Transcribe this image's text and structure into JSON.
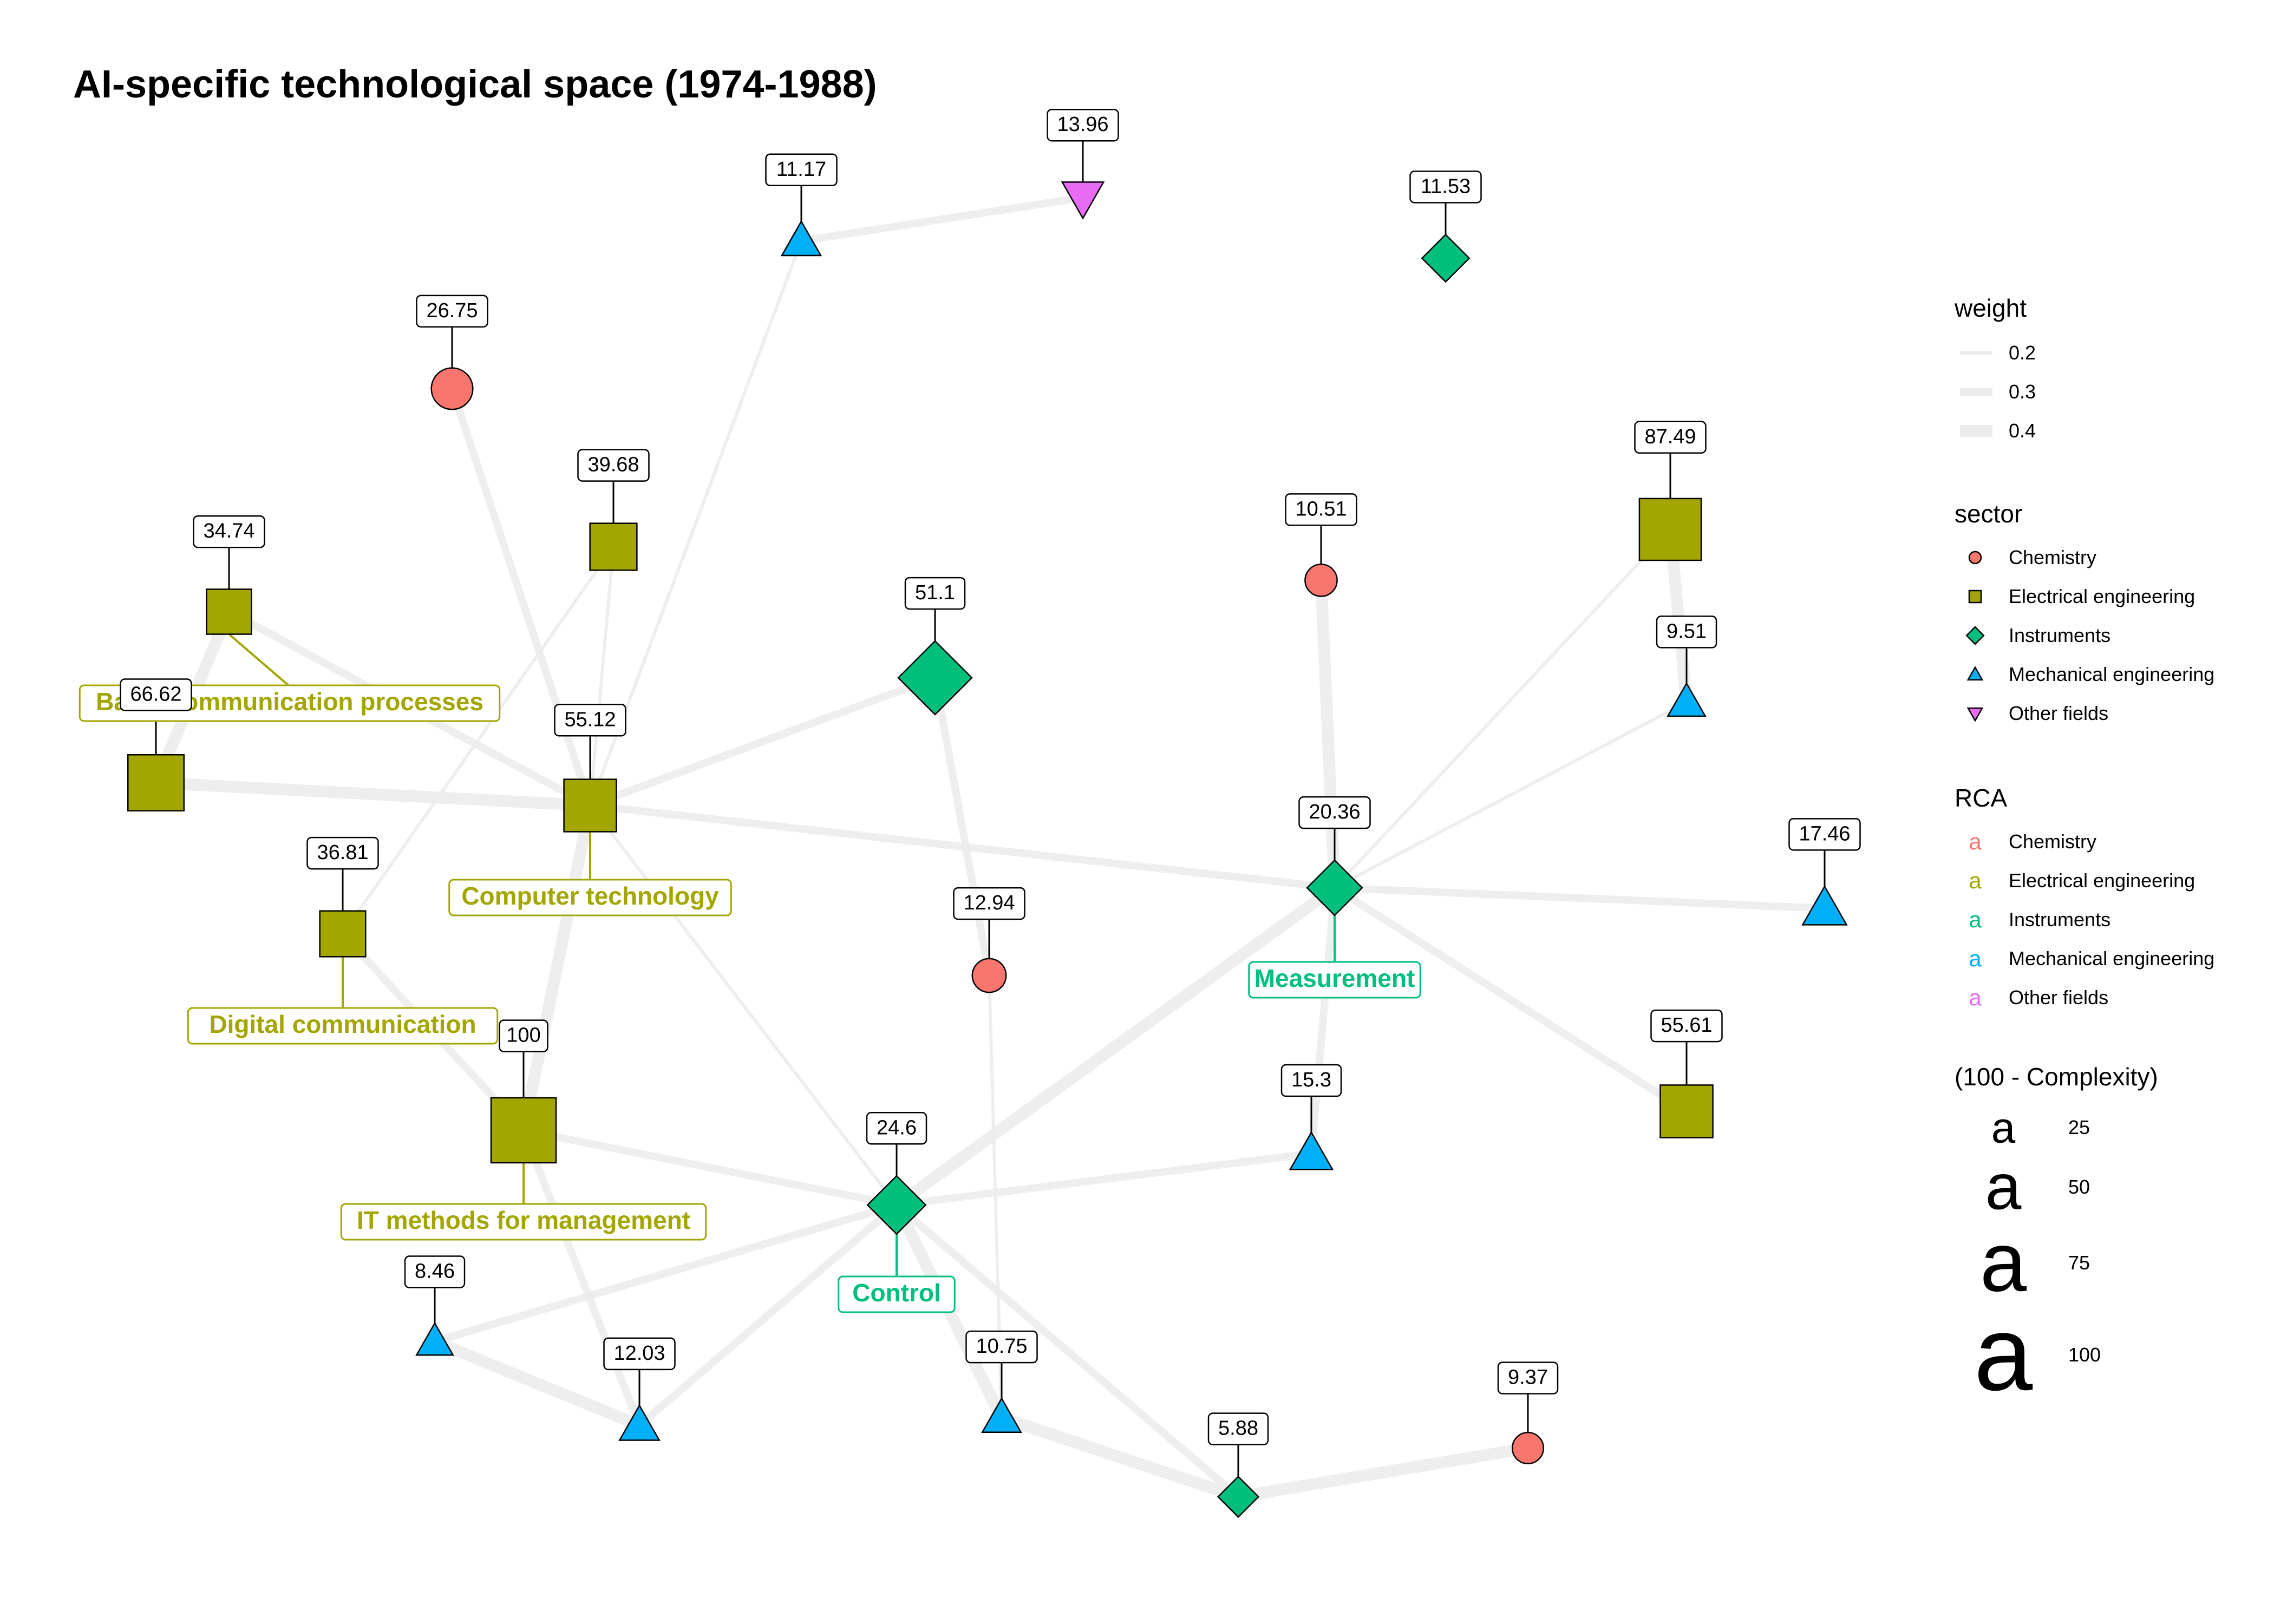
{
  "chart_data": {
    "type": "network",
    "title": "AI-specific technological space (1974-1988)",
    "sector_colors": {
      "Chemistry": "#F8766D",
      "Electrical engineering": "#A3A500",
      "Instruments": "#00BF7D",
      "Mechanical engineering": "#00B0F6",
      "Other fields": "#E76BF3"
    },
    "nodes": [
      {
        "id": "n1",
        "label": "11.17",
        "sector": "Mechanical engineering",
        "size": 11.17
      },
      {
        "id": "n2",
        "label": "13.96",
        "sector": "Other fields",
        "size": 13.96
      },
      {
        "id": "n3",
        "label": "11.53",
        "sector": "Instruments",
        "size": 11.53
      },
      {
        "id": "n4",
        "label": "26.75",
        "sector": "Chemistry",
        "size": 26.75
      },
      {
        "id": "n5",
        "label": "39.68",
        "sector": "Electrical engineering",
        "size": 39.68
      },
      {
        "id": "n6",
        "label": "34.74",
        "sector": "Electrical engineering",
        "size": 34.74,
        "name": "Basic communication processes"
      },
      {
        "id": "n7",
        "label": "66.62",
        "sector": "Electrical engineering",
        "size": 66.62
      },
      {
        "id": "n8",
        "label": "55.12",
        "sector": "Electrical engineering",
        "size": 55.12,
        "name": "Computer technology"
      },
      {
        "id": "n9",
        "label": "51.1",
        "sector": "Instruments",
        "size": 51.1
      },
      {
        "id": "n10",
        "label": "10.51",
        "sector": "Chemistry",
        "size": 10.51
      },
      {
        "id": "n11",
        "label": "87.49",
        "sector": "Electrical engineering",
        "size": 87.49
      },
      {
        "id": "n12",
        "label": "9.51",
        "sector": "Mechanical engineering",
        "size": 9.51
      },
      {
        "id": "n13",
        "label": "36.81",
        "sector": "Electrical engineering",
        "size": 36.81,
        "name": "Digital communication"
      },
      {
        "id": "n14",
        "label": "12.94",
        "sector": "Chemistry",
        "size": 12.94
      },
      {
        "id": "n15",
        "label": "20.36",
        "sector": "Instruments",
        "size": 20.36,
        "name": "Measurement"
      },
      {
        "id": "n16",
        "label": "17.46",
        "sector": "Mechanical engineering",
        "size": 17.46
      },
      {
        "id": "n17",
        "label": "100",
        "sector": "Electrical engineering",
        "size": 100,
        "name": "IT methods for management"
      },
      {
        "id": "n18",
        "label": "15.3",
        "sector": "Mechanical engineering",
        "size": 15.3
      },
      {
        "id": "n19",
        "label": "55.61",
        "sector": "Electrical engineering",
        "size": 55.61
      },
      {
        "id": "n20",
        "label": "24.6",
        "sector": "Instruments",
        "size": 24.6,
        "name": "Control"
      },
      {
        "id": "n21",
        "label": "8.46",
        "sector": "Mechanical engineering",
        "size": 8.46
      },
      {
        "id": "n22",
        "label": "12.03",
        "sector": "Mechanical engineering",
        "size": 12.03
      },
      {
        "id": "n23",
        "label": "10.75",
        "sector": "Mechanical engineering",
        "size": 10.75
      },
      {
        "id": "n24",
        "label": "5.88",
        "sector": "Instruments",
        "size": 5.88
      },
      {
        "id": "n25",
        "label": "9.37",
        "sector": "Chemistry",
        "size": 9.37
      }
    ],
    "edges": [
      {
        "source": "n1",
        "target": "n2",
        "weight": 0.3
      },
      {
        "source": "n1",
        "target": "n8",
        "weight": 0.2
      },
      {
        "source": "n4",
        "target": "n8",
        "weight": 0.3
      },
      {
        "source": "n5",
        "target": "n8",
        "weight": 0.2
      },
      {
        "source": "n5",
        "target": "n13",
        "weight": 0.2
      },
      {
        "source": "n6",
        "target": "n8",
        "weight": 0.3
      },
      {
        "source": "n6",
        "target": "n7",
        "weight": 0.4
      },
      {
        "source": "n7",
        "target": "n8",
        "weight": 0.4
      },
      {
        "source": "n8",
        "target": "n9",
        "weight": 0.3
      },
      {
        "source": "n8",
        "target": "n15",
        "weight": 0.3
      },
      {
        "source": "n8",
        "target": "n17",
        "weight": 0.4
      },
      {
        "source": "n8",
        "target": "n20",
        "weight": 0.2
      },
      {
        "source": "n9",
        "target": "n14",
        "weight": 0.3
      },
      {
        "source": "n10",
        "target": "n15",
        "weight": 0.4
      },
      {
        "source": "n11",
        "target": "n12",
        "weight": 0.4
      },
      {
        "source": "n11",
        "target": "n15",
        "weight": 0.2
      },
      {
        "source": "n12",
        "target": "n15",
        "weight": 0.2
      },
      {
        "source": "n15",
        "target": "n16",
        "weight": 0.3
      },
      {
        "source": "n15",
        "target": "n19",
        "weight": 0.3
      },
      {
        "source": "n15",
        "target": "n18",
        "weight": 0.3
      },
      {
        "source": "n15",
        "target": "n20",
        "weight": 0.4
      },
      {
        "source": "n13",
        "target": "n17",
        "weight": 0.3
      },
      {
        "source": "n17",
        "target": "n20",
        "weight": 0.3
      },
      {
        "source": "n17",
        "target": "n22",
        "weight": 0.3
      },
      {
        "source": "n20",
        "target": "n18",
        "weight": 0.3
      },
      {
        "source": "n20",
        "target": "n21",
        "weight": 0.3
      },
      {
        "source": "n20",
        "target": "n22",
        "weight": 0.3
      },
      {
        "source": "n20",
        "target": "n23",
        "weight": 0.4
      },
      {
        "source": "n20",
        "target": "n24",
        "weight": 0.3
      },
      {
        "source": "n14",
        "target": "n23",
        "weight": 0.2
      },
      {
        "source": "n21",
        "target": "n22",
        "weight": 0.4
      },
      {
        "source": "n23",
        "target": "n24",
        "weight": 0.4
      },
      {
        "source": "n24",
        "target": "n25",
        "weight": 0.4
      }
    ],
    "legend": {
      "weight": {
        "title": "weight",
        "items": [
          "0.2",
          "0.3",
          "0.4"
        ]
      },
      "sector": {
        "title": "sector",
        "items": [
          "Chemistry",
          "Electrical engineering",
          "Instruments",
          "Mechanical engineering",
          "Other fields"
        ]
      },
      "rca": {
        "title": "RCA",
        "glyph": "a",
        "items": [
          "Chemistry",
          "Electrical engineering",
          "Instruments",
          "Mechanical engineering",
          "Other fields"
        ]
      },
      "complexity": {
        "title": "(100 - Complexity)",
        "glyph": "a",
        "items": [
          "25",
          "50",
          "75",
          "100"
        ]
      },
      "placement": "right"
    }
  }
}
